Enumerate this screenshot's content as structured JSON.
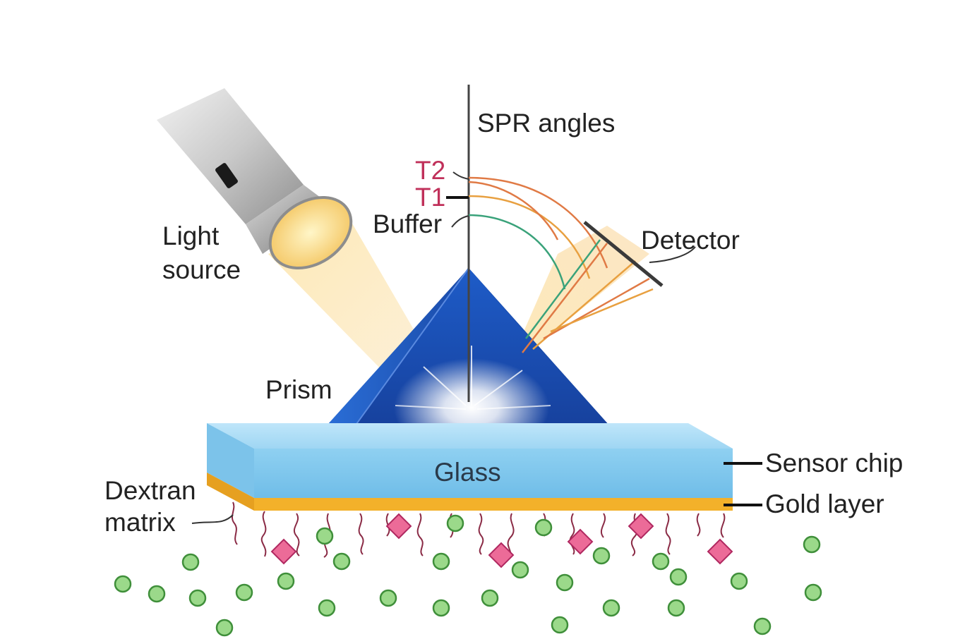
{
  "labels": {
    "spr_angles": "SPR angles",
    "t2": "T2",
    "t1": "T1",
    "buffer": "Buffer",
    "detector": "Detector",
    "light_source_line1": "Light",
    "light_source_line2": "source",
    "prism": "Prism",
    "glass": "Glass",
    "sensor_chip": "Sensor chip",
    "gold_layer": "Gold layer",
    "dextran_line1": "Dextran",
    "dextran_line2": "matrix"
  },
  "colors": {
    "prism_blue": "#1a4db0",
    "glass_blue": "#8ecff0",
    "gold": "#f3b12a",
    "light_beam": "#fbe3b0",
    "ray_t2": "#e07a45",
    "ray_t1": "#e8a040",
    "ray_buffer": "#3aa27a",
    "analyte_green": "#7ccb6e",
    "ligand_pink": "#e85a8a",
    "dextran_chain": "#8a2a45",
    "marker_red": "#c0305a"
  },
  "icons": {
    "light_source": "flashlight-icon",
    "detector": "detector-plate-icon"
  }
}
